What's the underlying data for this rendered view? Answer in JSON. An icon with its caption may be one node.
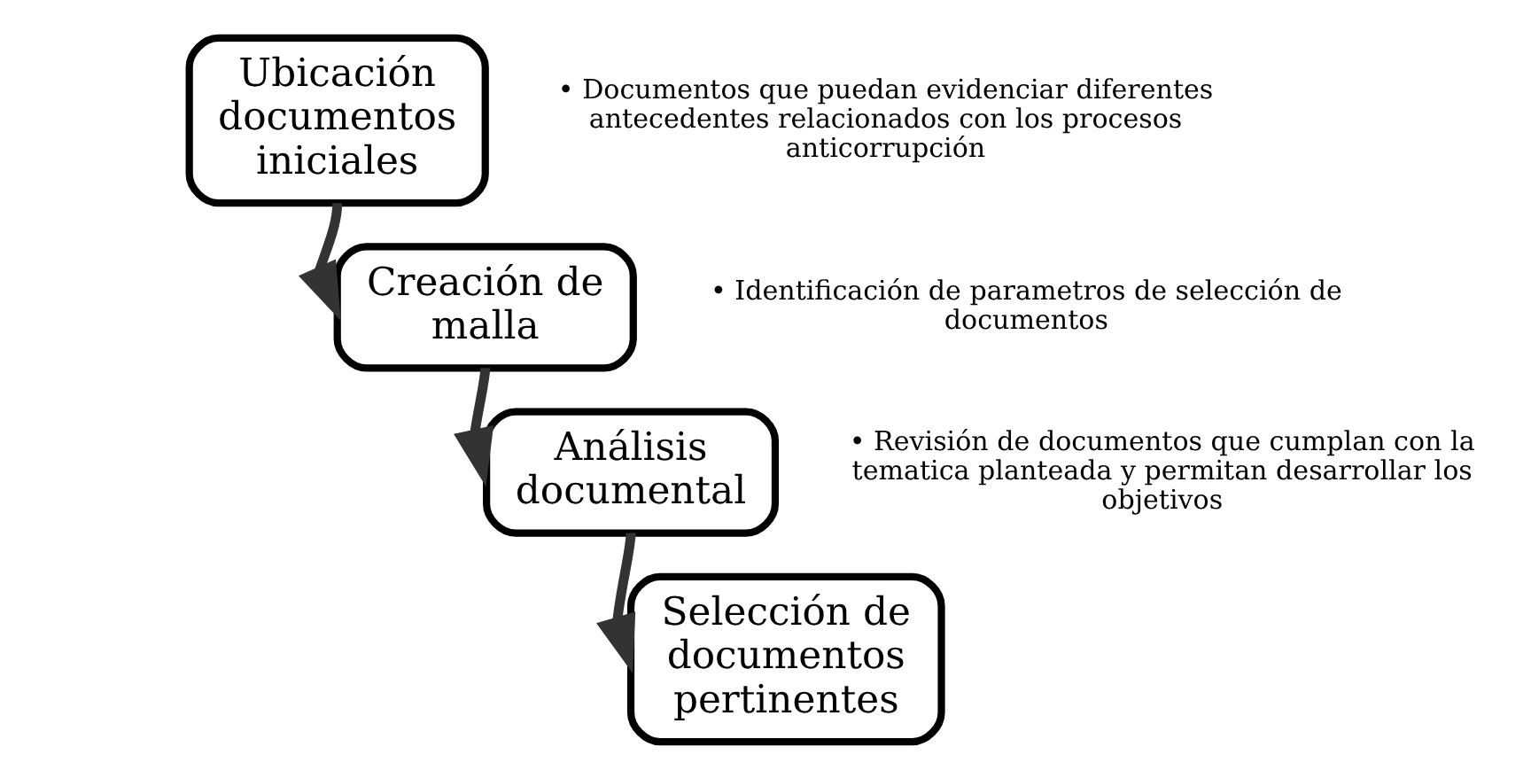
{
  "diagram": {
    "nodes": [
      {
        "text": [
          "Ubicación documentos iniciales"
        ],
        "beside": [
          "• Documentos que puedan evidenciar diferentes antecedentes relacionados con los procesos anticorrupción"
        ]
      },
      {
        "text": [
          "Creación de malla"
        ],
        "beside": [
          "• Identificación de parametros de selección de documentos"
        ]
      },
      {
        "text": [
          "Análisis documental"
        ],
        "beside": [
          "• Revisión de documentos que cumplan con la tematica planteada y permitan desarrollar los objetivos"
        ]
      },
      {
        "text": [
          "Selección de documentos pertinentes"
        ]
      }
    ],
    "edges": [
      {
        "from": 0,
        "to": 1,
        "arrow": "to"
      },
      {
        "from": 1,
        "to": 2,
        "arrow": "to"
      },
      {
        "from": 2,
        "to": 3,
        "arrow": "to"
      }
    ]
  }
}
